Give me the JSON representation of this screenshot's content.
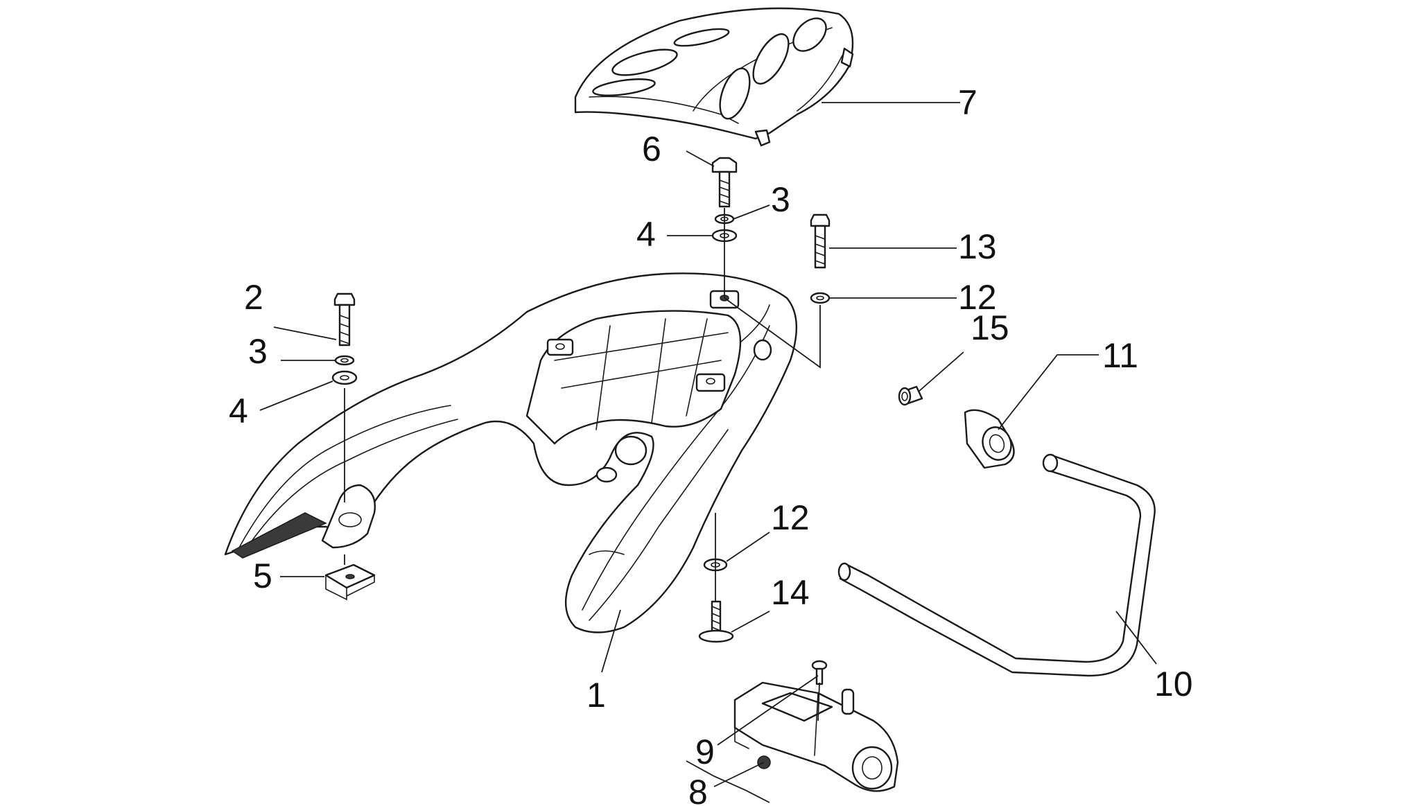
{
  "callouts": {
    "c1": "1",
    "c2": "2",
    "c3a": "3",
    "c3b": "3",
    "c4a": "4",
    "c4b": "4",
    "c5": "5",
    "c6": "6",
    "c7": "7",
    "c8": "8",
    "c9": "9",
    "c10": "10",
    "c11": "11",
    "c12a": "12",
    "c12b": "12",
    "c13": "13",
    "c14": "14",
    "c15": "15"
  }
}
